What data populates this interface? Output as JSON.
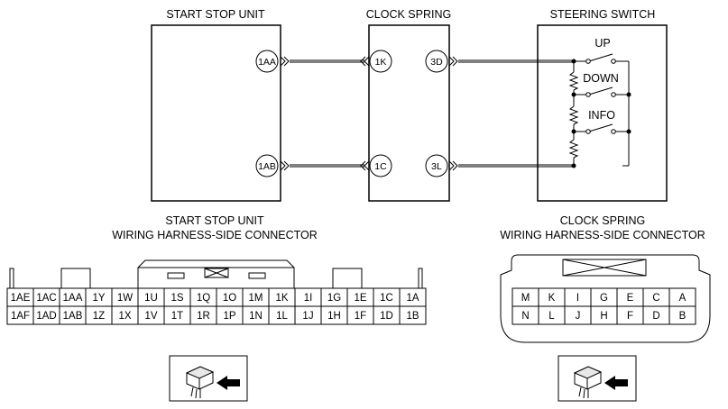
{
  "blocks": {
    "start_stop_unit": "START STOP UNIT",
    "clock_spring": "CLOCK SPRING",
    "steering_switch": "STEERING SWITCH"
  },
  "pins": {
    "ssu_top": "1AA",
    "ssu_bottom": "1AB",
    "cs_in_top": "1K",
    "cs_in_bottom": "1C",
    "cs_out_top": "3D",
    "cs_out_bottom": "3L"
  },
  "switches": {
    "up": "UP",
    "down": "DOWN",
    "info": "INFO"
  },
  "connectors": {
    "ssu_title_line1": "START STOP UNIT",
    "ssu_title_line2": "WIRING HARNESS-SIDE CONNECTOR",
    "cs_title_line1": "CLOCK SPRING",
    "cs_title_line2": "WIRING HARNESS-SIDE CONNECTOR",
    "ssu_row1": [
      "1AE",
      "1AC",
      "1AA",
      "1Y",
      "1W",
      "1U",
      "1S",
      "1Q",
      "1O",
      "1M",
      "1K",
      "1I",
      "1G",
      "1E",
      "1C",
      "1A"
    ],
    "ssu_row2": [
      "1AF",
      "1AD",
      "1AB",
      "1Z",
      "1X",
      "1V",
      "1T",
      "1R",
      "1P",
      "1N",
      "1L",
      "1J",
      "1H",
      "1F",
      "1D",
      "1B"
    ],
    "cs_row1": [
      "M",
      "K",
      "I",
      "G",
      "E",
      "C",
      "A"
    ],
    "cs_row2": [
      "N",
      "L",
      "J",
      "H",
      "F",
      "D",
      "B"
    ]
  },
  "icons": [
    "connector-view-icon",
    "connector-view-icon"
  ]
}
